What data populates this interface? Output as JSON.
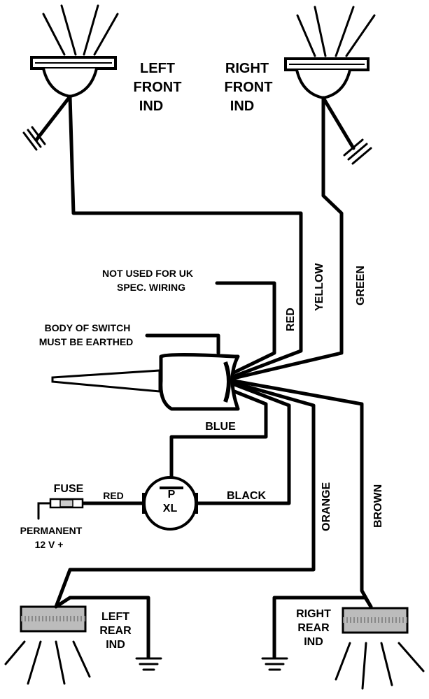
{
  "labels": {
    "left_front": [
      "LEFT",
      "FRONT",
      "IND"
    ],
    "right_front": [
      "RIGHT",
      "FRONT",
      "IND"
    ],
    "left_rear": [
      "LEFT",
      "REAR",
      "IND"
    ],
    "right_rear": [
      "RIGHT",
      "REAR",
      "IND"
    ],
    "not_used": [
      "NOT USED FOR UK",
      "SPEC. WIRING"
    ],
    "body_switch": [
      "BODY OF SWITCH",
      "MUST BE EARTHED"
    ],
    "permanent": [
      "PERMANENT",
      "12 V +"
    ],
    "fuse": "FUSE",
    "flasher_p": "P",
    "flasher_xl": "XL"
  },
  "wires": {
    "yellow": "YELLOW",
    "green": "GREEN",
    "red_top": "RED",
    "blue": "BLUE",
    "red_fuse": "RED",
    "black": "BLACK",
    "orange": "ORANGE",
    "brown": "BROWN"
  }
}
